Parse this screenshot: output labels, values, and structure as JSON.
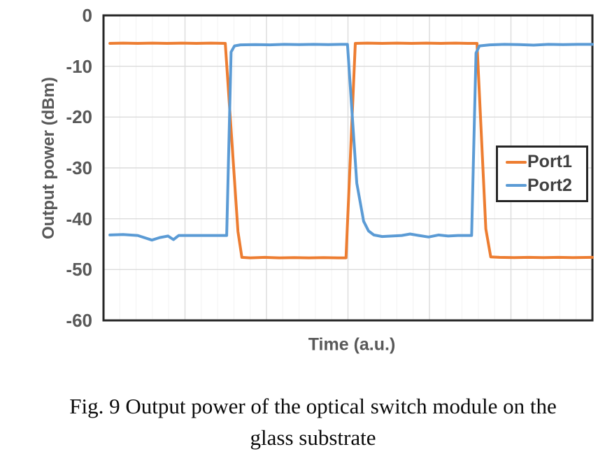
{
  "figure": {
    "caption_line1": "Fig. 9 Output power of the optical switch module on the",
    "caption_line2": "glass substrate"
  },
  "chart_data": {
    "type": "line",
    "title": "",
    "xlabel": "Time (a.u.)",
    "ylabel": "Output power (dBm)",
    "x_axis": {
      "min": 0,
      "max": 100,
      "unit": "a.u.",
      "tick_labels_shown": false,
      "major_gridline_intervals": 6,
      "minor_gridlines_per_major": 5
    },
    "y_axis": {
      "min": -60,
      "max": 0,
      "tick_interval": 10,
      "ticks": [
        0,
        -10,
        -20,
        -30,
        -40,
        -50,
        -60
      ]
    },
    "grid": true,
    "colors": {
      "major_grid": "#DBDBDB",
      "minor_grid": "#F2F2F2",
      "plot_border": "#262626",
      "tick_text": "#595959",
      "legend_text": "#404040"
    },
    "legend": {
      "position": "inside-right",
      "entries": [
        "Port1",
        "Port2"
      ]
    },
    "series": [
      {
        "name": "Port1",
        "color": "#ED7D31",
        "high_level_dbm": -5.5,
        "low_level_dbm": -47.7,
        "points": [
          [
            1.3,
            -5.5
          ],
          [
            4,
            -5.45
          ],
          [
            7,
            -5.5
          ],
          [
            10,
            -5.45
          ],
          [
            13,
            -5.5
          ],
          [
            16,
            -5.45
          ],
          [
            19,
            -5.5
          ],
          [
            22,
            -5.45
          ],
          [
            24.9,
            -5.5
          ],
          [
            27.5,
            -42.5
          ],
          [
            28.3,
            -47.6
          ],
          [
            30,
            -47.7
          ],
          [
            33,
            -47.6
          ],
          [
            36,
            -47.7
          ],
          [
            39,
            -47.65
          ],
          [
            42,
            -47.7
          ],
          [
            45,
            -47.65
          ],
          [
            48,
            -47.7
          ],
          [
            49.6,
            -47.7
          ],
          [
            51.5,
            -5.5
          ],
          [
            54,
            -5.45
          ],
          [
            57,
            -5.5
          ],
          [
            60,
            -5.45
          ],
          [
            63,
            -5.5
          ],
          [
            66,
            -5.45
          ],
          [
            69,
            -5.5
          ],
          [
            72,
            -5.45
          ],
          [
            74.5,
            -5.5
          ],
          [
            76.4,
            -5.5
          ],
          [
            78.2,
            -42
          ],
          [
            79.2,
            -47.5
          ],
          [
            81,
            -47.6
          ],
          [
            84,
            -47.65
          ],
          [
            87,
            -47.6
          ],
          [
            90,
            -47.65
          ],
          [
            93,
            -47.6
          ],
          [
            96,
            -47.65
          ],
          [
            100,
            -47.6
          ]
        ]
      },
      {
        "name": "Port2",
        "color": "#5B9BD5",
        "high_level_dbm": -5.7,
        "low_level_dbm": -43.3,
        "points": [
          [
            1.3,
            -43.2
          ],
          [
            4,
            -43.1
          ],
          [
            7,
            -43.3
          ],
          [
            9.9,
            -44.2
          ],
          [
            11.5,
            -43.7
          ],
          [
            13.2,
            -43.4
          ],
          [
            14.3,
            -44.1
          ],
          [
            15.4,
            -43.3
          ],
          [
            17.5,
            -43.3
          ],
          [
            20,
            -43.3
          ],
          [
            22.5,
            -43.3
          ],
          [
            25.2,
            -43.3
          ],
          [
            26.1,
            -7.2
          ],
          [
            26.8,
            -6.0
          ],
          [
            28,
            -5.8
          ],
          [
            31,
            -5.75
          ],
          [
            34,
            -5.8
          ],
          [
            37,
            -5.7
          ],
          [
            40,
            -5.75
          ],
          [
            43,
            -5.7
          ],
          [
            46,
            -5.75
          ],
          [
            48.5,
            -5.7
          ],
          [
            49.9,
            -5.7
          ],
          [
            51.8,
            -33
          ],
          [
            53.2,
            -40.5
          ],
          [
            54.2,
            -42.4
          ],
          [
            55.3,
            -43.2
          ],
          [
            57,
            -43.5
          ],
          [
            59,
            -43.4
          ],
          [
            61,
            -43.3
          ],
          [
            62.7,
            -43.0
          ],
          [
            64.5,
            -43.3
          ],
          [
            66.5,
            -43.6
          ],
          [
            68.5,
            -43.2
          ],
          [
            70.5,
            -43.4
          ],
          [
            72.5,
            -43.3
          ],
          [
            75.3,
            -43.3
          ],
          [
            76.2,
            -7.4
          ],
          [
            76.9,
            -6.0
          ],
          [
            79,
            -5.8
          ],
          [
            82,
            -5.7
          ],
          [
            85,
            -5.75
          ],
          [
            88,
            -5.85
          ],
          [
            91,
            -5.7
          ],
          [
            94,
            -5.75
          ],
          [
            97,
            -5.7
          ],
          [
            100,
            -5.7
          ]
        ]
      }
    ]
  }
}
